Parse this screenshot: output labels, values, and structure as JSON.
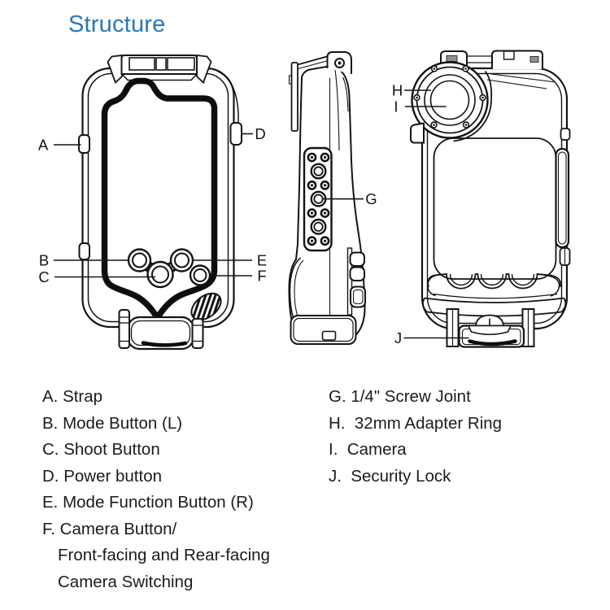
{
  "title": "Structure",
  "colors": {
    "title_blue": "#2979b8",
    "line_dark": "#141414"
  },
  "diagram": {
    "views": {
      "front": "front-view",
      "side": "side-view",
      "back": "back-view"
    },
    "part_labels": {
      "a": "A",
      "b": "B",
      "c": "C",
      "d": "D",
      "e": "E",
      "f": "F",
      "g": "G",
      "h": "H",
      "i": "I",
      "j": "J"
    }
  },
  "legend": {
    "left": [
      "A. Strap",
      "B. Mode Button (L)",
      "C. Shoot Button",
      "D. Power button",
      "E. Mode Function Button (R)",
      "F. Camera Button/",
      "Front-facing and Rear-facing",
      "Camera Switching"
    ],
    "right": [
      "G. 1/4\" Screw Joint",
      "H.  32mm Adapter Ring",
      "I.  Camera",
      "J.  Security Lock"
    ]
  }
}
